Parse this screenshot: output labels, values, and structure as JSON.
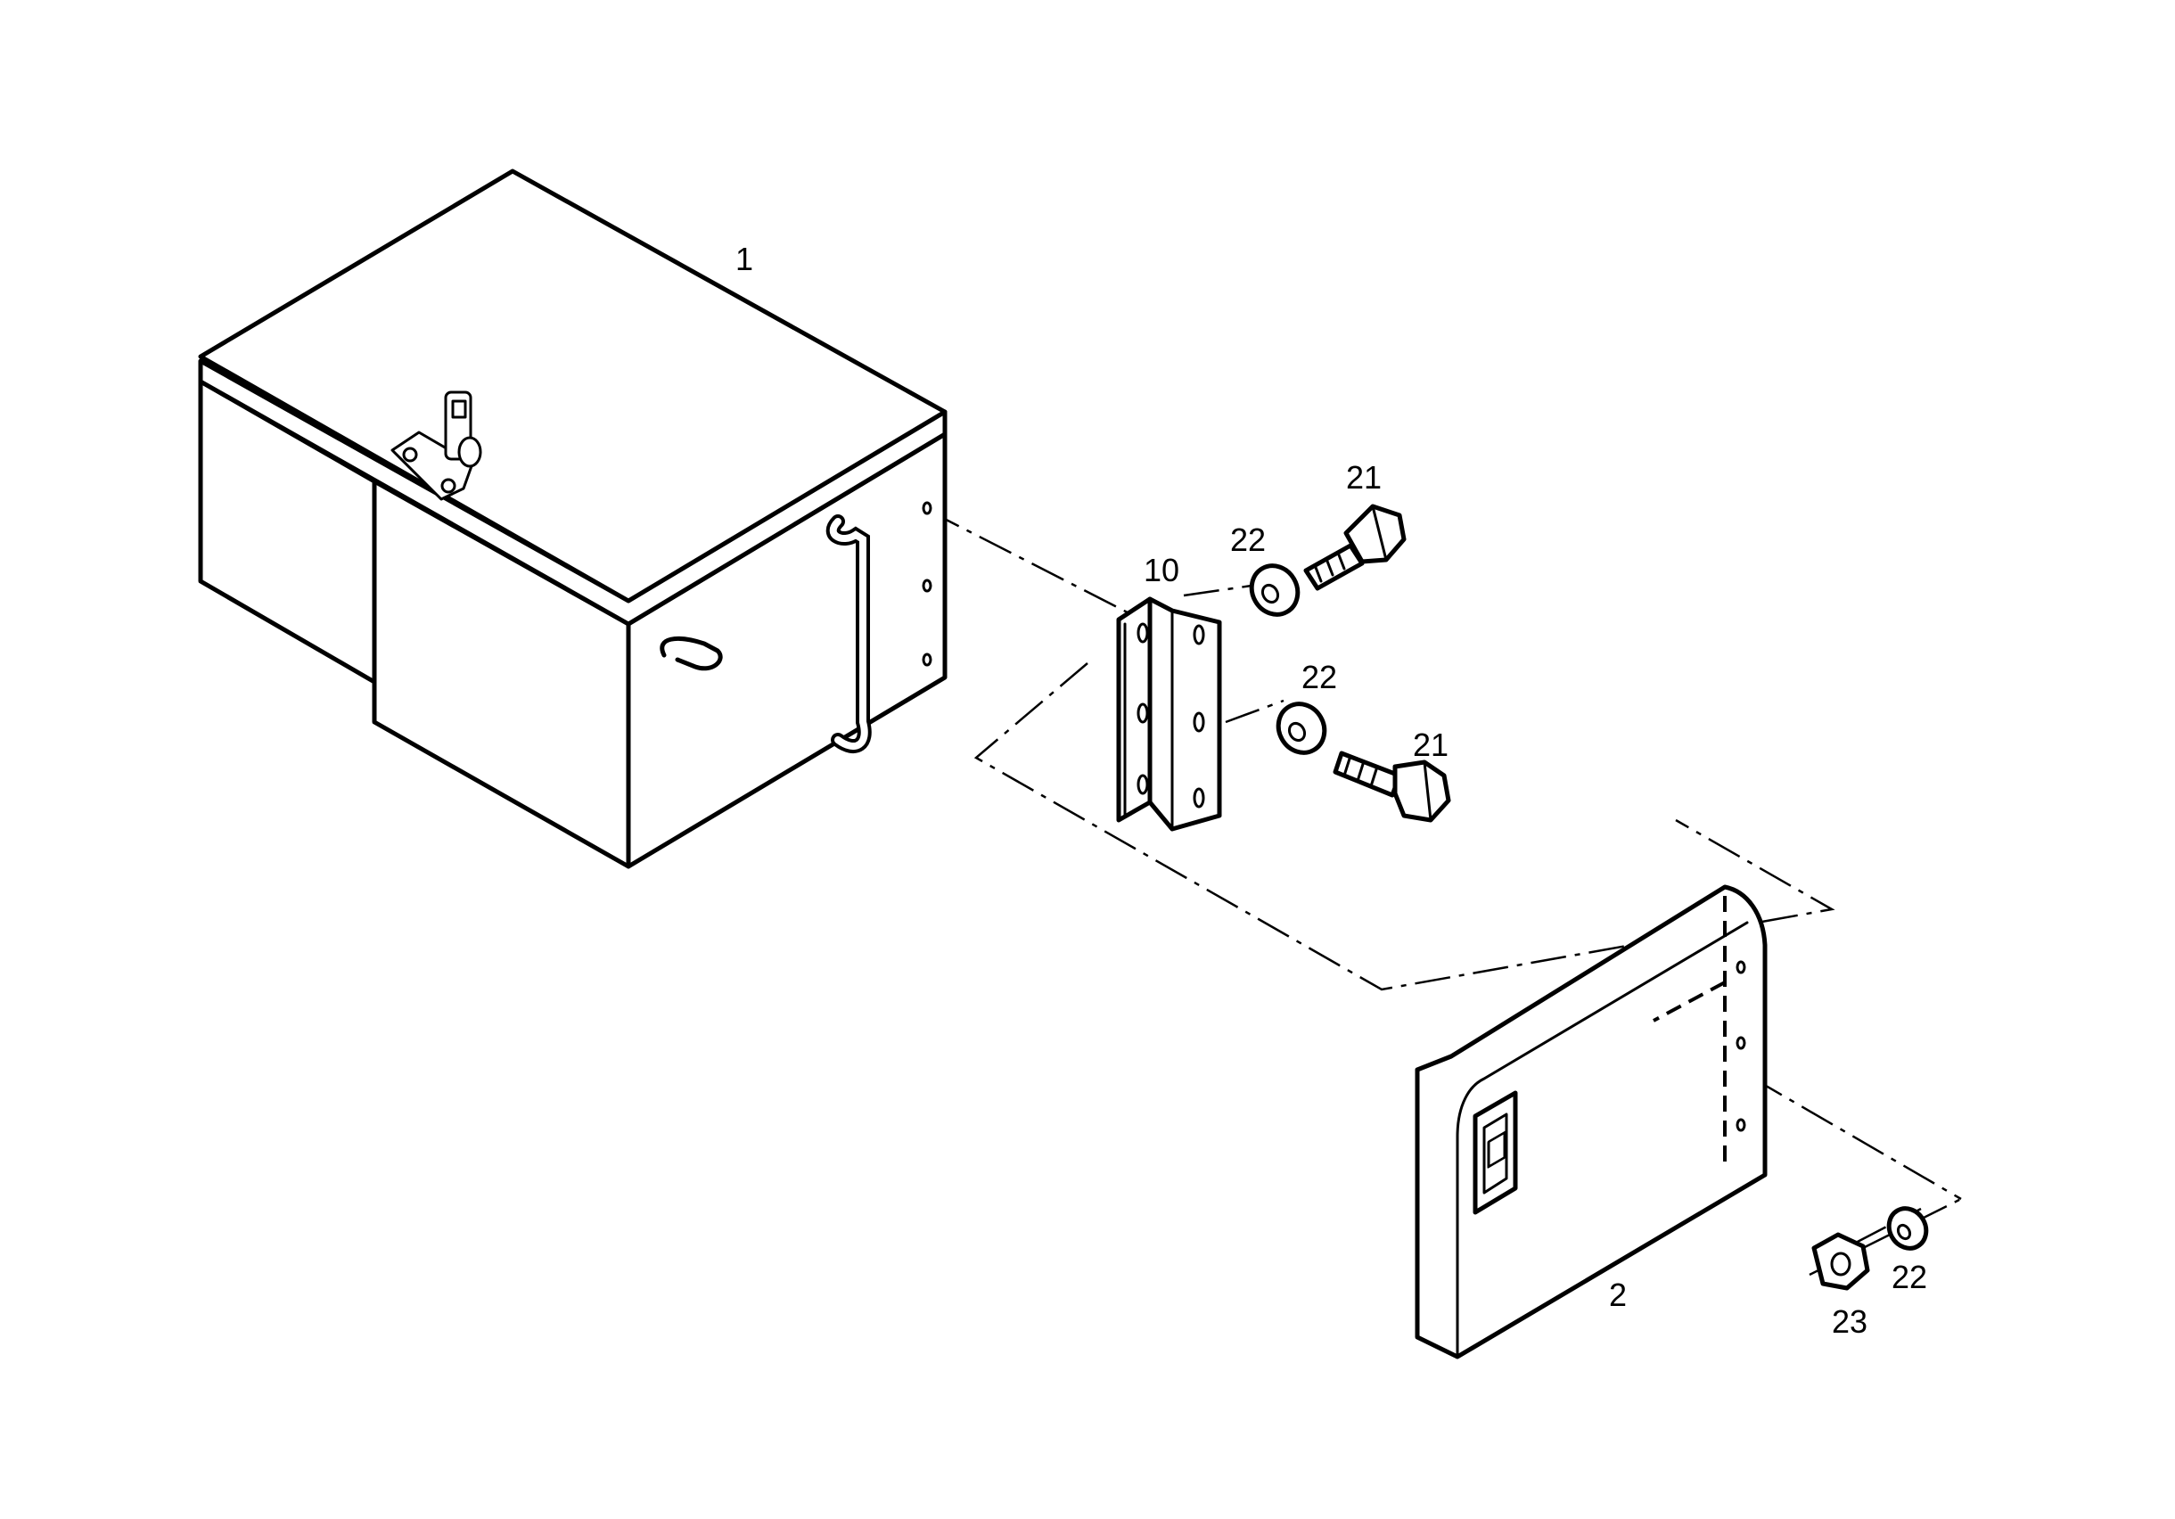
{
  "labels": {
    "part_1": "1",
    "part_2": "2",
    "part_10": "10",
    "part_21_upper": "21",
    "part_21_lower": "21",
    "part_22_upper": "22",
    "part_22_middle": "22",
    "part_22_lower": "22",
    "part_23": "23"
  },
  "colors": {
    "line": "#000000",
    "background": "#ffffff"
  }
}
